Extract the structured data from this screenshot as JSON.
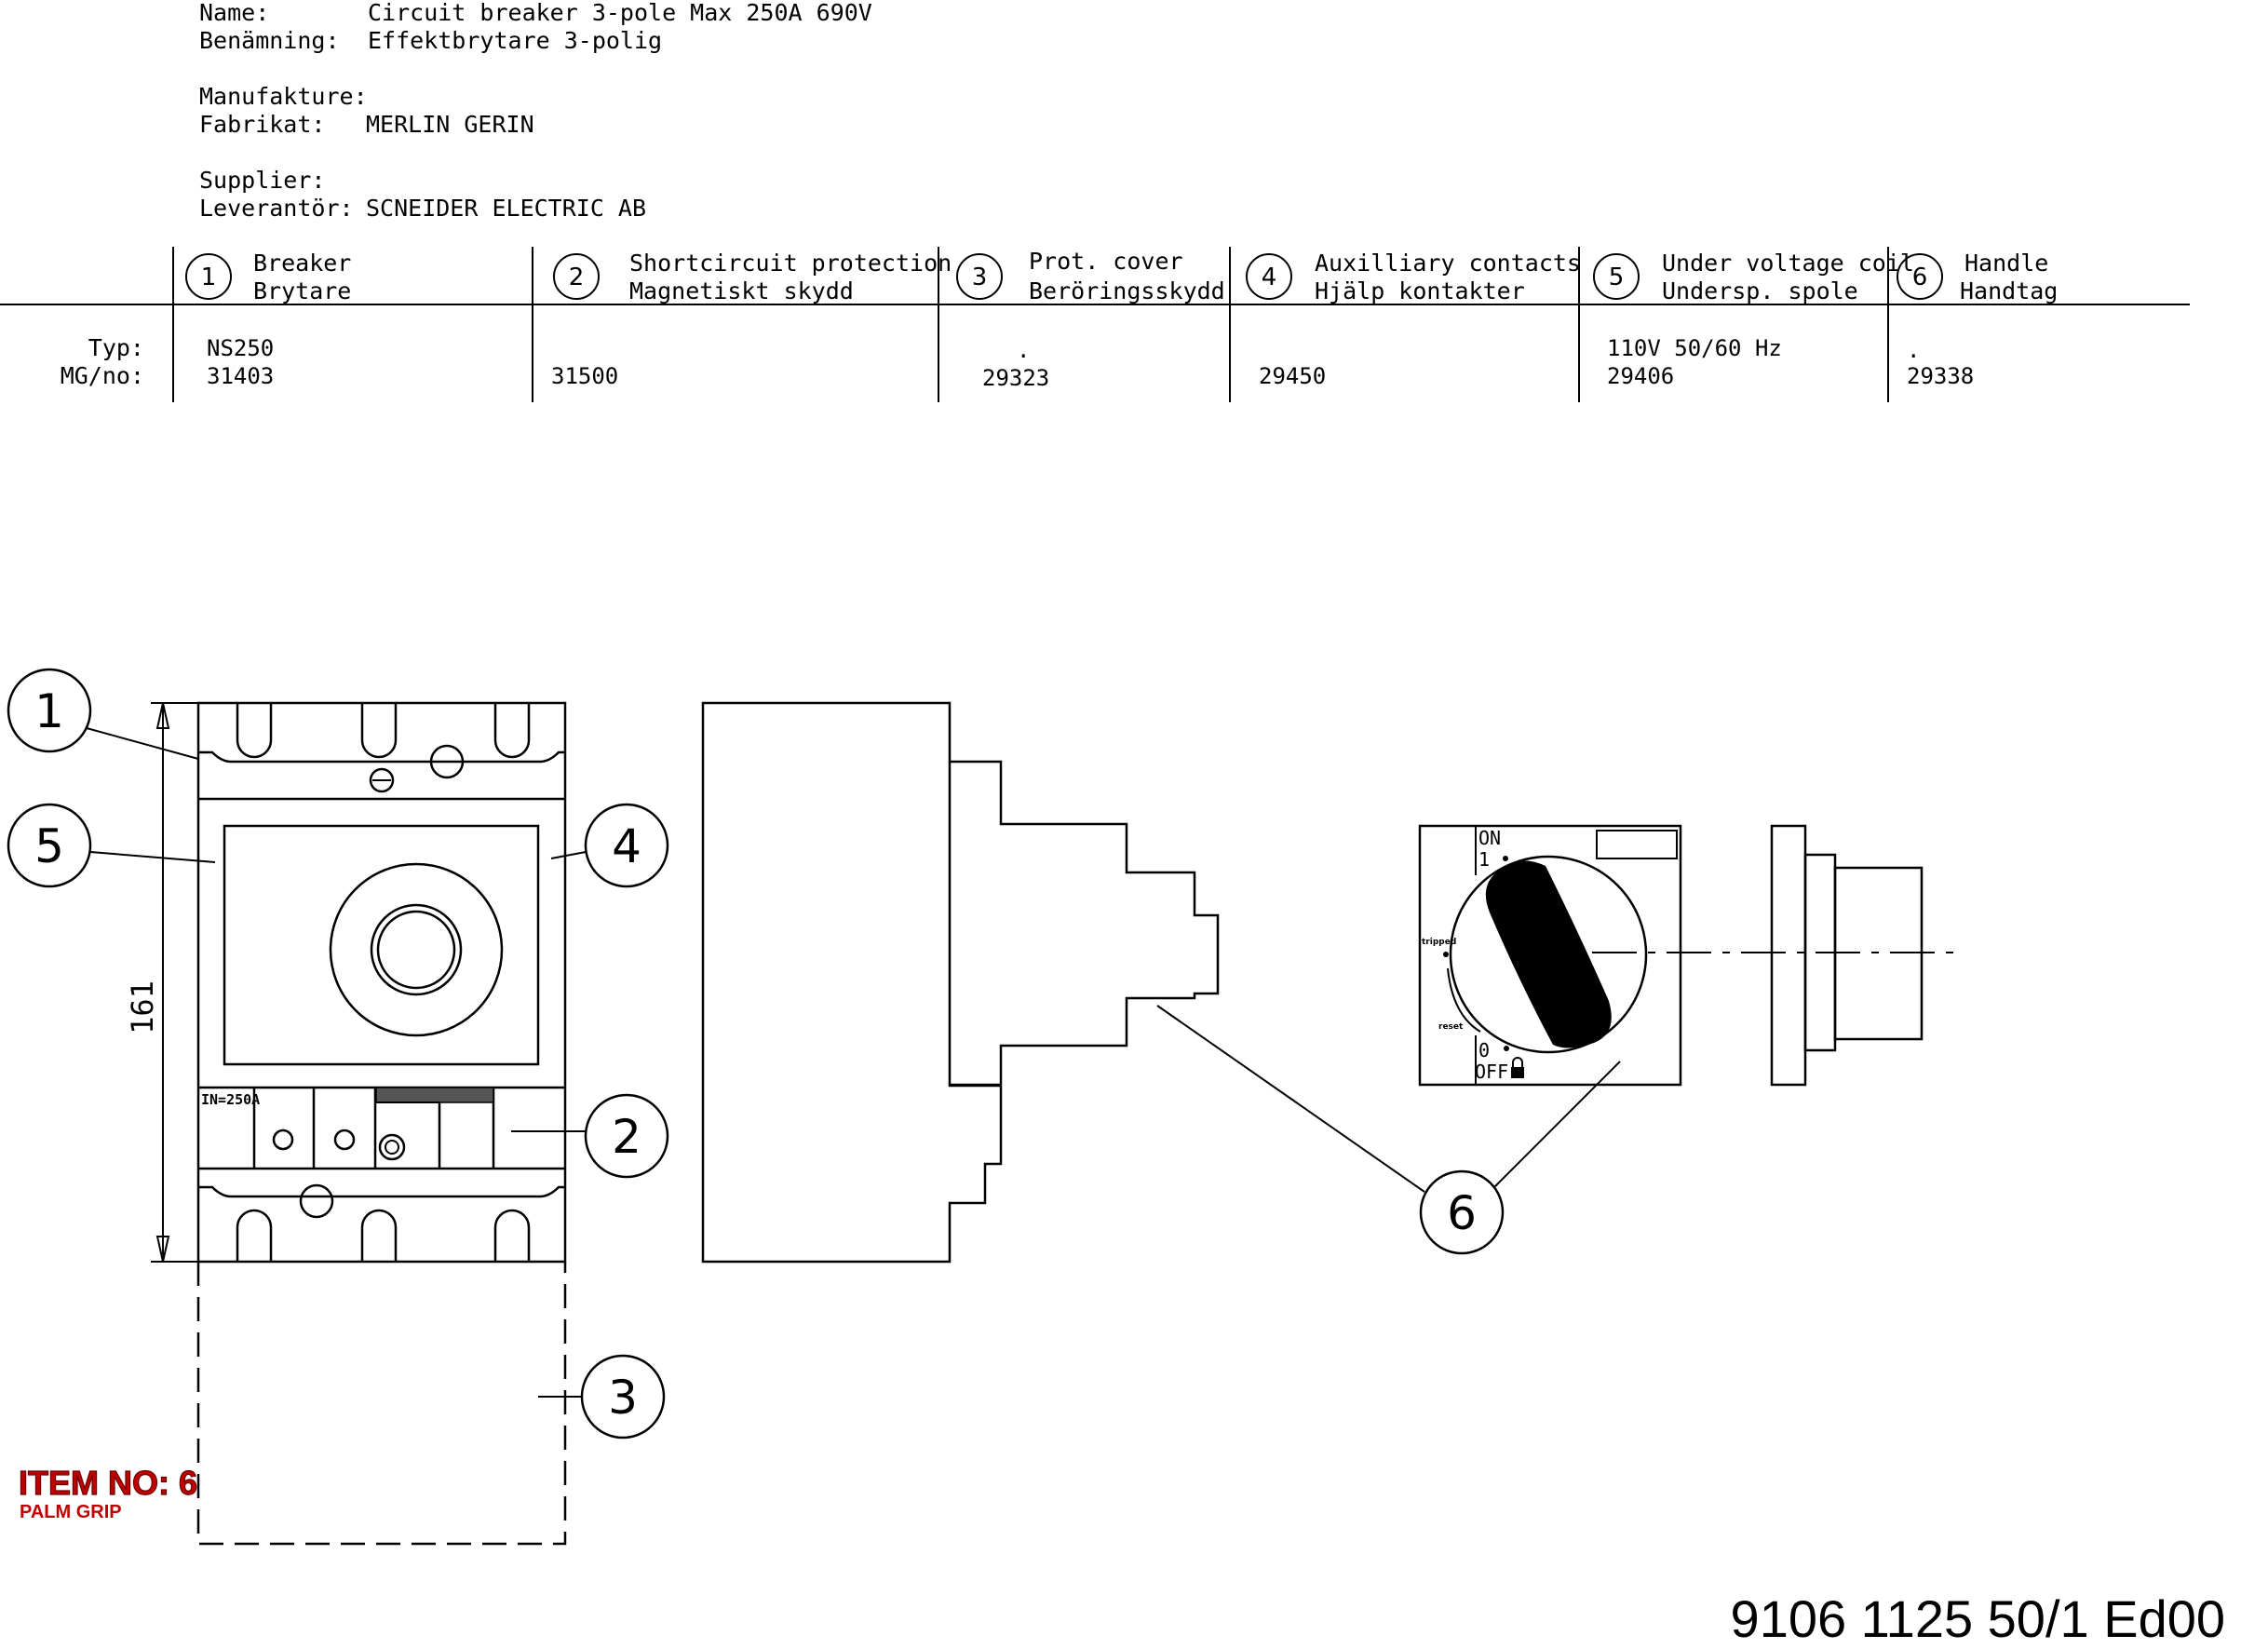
{
  "header": {
    "name_label": "Name:",
    "name_value": "Circuit breaker 3-pole Max 250A  690V",
    "benamning_label": "Benämning:",
    "benamning_value": "Effektbrytare  3-polig",
    "manufakture_label": "Manufakture:",
    "fabrikat_label": "Fabrikat:",
    "fabrikat_value": "MERLIN GERIN",
    "supplier_label": "Supplier:",
    "leverantor_label": "Leverantör:",
    "leverantor_value": "SCNEIDER ELECTRIC AB"
  },
  "table": {
    "row_labels": [
      "Typ:",
      "MG/no:"
    ],
    "columns": [
      {
        "num": "1",
        "title_en": "Breaker",
        "title_sv": "Brytare",
        "typ": "NS250",
        "mgno": "31403"
      },
      {
        "num": "2",
        "title_en": "Shortcircuit protection",
        "title_sv": "Magnetiskt skydd",
        "typ": "",
        "mgno": "31500"
      },
      {
        "num": "3",
        "title_en": "Prot. cover",
        "title_sv": "Beröringsskydd",
        "typ": ".",
        "mgno": "29323"
      },
      {
        "num": "4",
        "title_en": "Auxilliary contacts",
        "title_sv": "Hjälp kontakter",
        "typ": "",
        "mgno": "29450"
      },
      {
        "num": "5",
        "title_en": "Under voltage coil",
        "title_sv": "Undersp. spole",
        "typ": "110V 50/60 Hz",
        "mgno": "29406"
      },
      {
        "num": "6",
        "title_en": "Handle",
        "title_sv": "Handtag",
        "typ": ".",
        "mgno": "29338"
      }
    ]
  },
  "callouts": [
    "1",
    "5",
    "4",
    "2",
    "3",
    "6"
  ],
  "drawing": {
    "dimension": "161",
    "rating_label": "IN=250A",
    "handle_on": "ON",
    "handle_on_num": "1",
    "handle_off": "OFF",
    "handle_off_num": "0",
    "handle_tripped": "tripped",
    "handle_reset": "reset"
  },
  "item": {
    "label": "ITEM NO: 6",
    "sub": "PALM GRIP"
  },
  "doc_number": "9106 1125 50/1  Ed00"
}
